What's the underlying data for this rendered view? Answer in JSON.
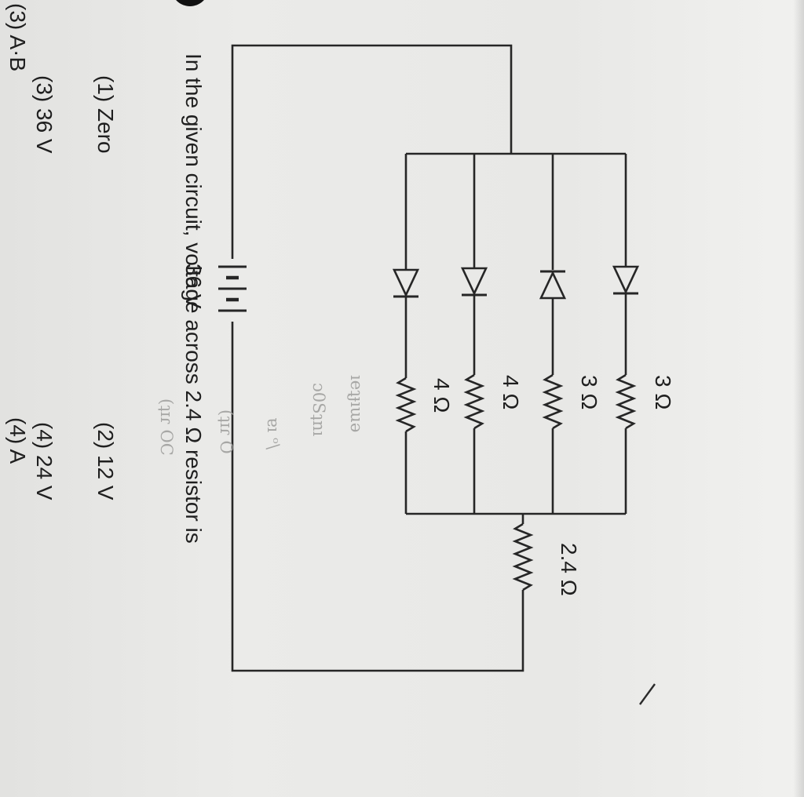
{
  "header": {
    "prev_option_3": "(3)  A·B",
    "prev_option_4": "(4)  A"
  },
  "question": {
    "text": "In the given circuit, voltage across 2.4 Ω resistor is"
  },
  "circuit": {
    "battery_label": "36 V",
    "branch_labels": [
      "3 Ω",
      "3 Ω",
      "4 Ω",
      "4 Ω"
    ],
    "series_resistor_label": "2.4 Ω"
  },
  "options": [
    {
      "text": "(1)  Zero"
    },
    {
      "text": "(2)  12 V"
    },
    {
      "text": "(3)  36 V"
    },
    {
      "text": "(4)  24 V"
    }
  ],
  "bleed_through": {
    "line1": "ıeʇɟıɯə",
    "line2": "ɔ0Sʇnı",
    "line3": "ɐı ᵒ\\",
    "line4": "(ʇɪɾ O",
    "line5": "(ʇɪɾ OC"
  },
  "colors": {
    "paper": "#e8e8e6",
    "ink": "#262626",
    "bleed": "#a7a7a5"
  }
}
